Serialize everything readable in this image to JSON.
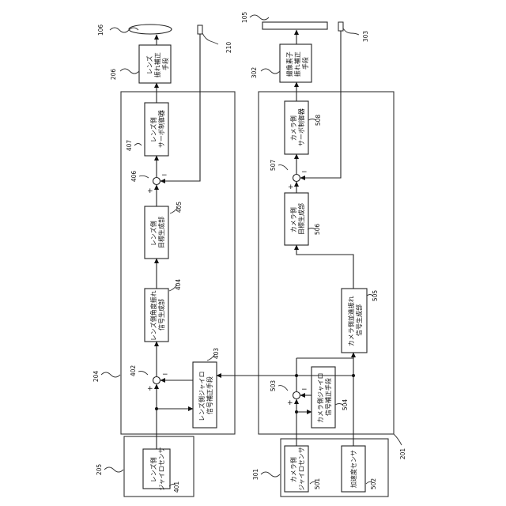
{
  "blocks": {
    "lens_gyro_sensor": [
      "レンズ側",
      "ジャイロセンサ"
    ],
    "lens_gyro_correction": [
      "レンズ側ジャイロ",
      "信号補正手段"
    ],
    "lens_angular_velocity_gen": [
      "レンズ側角度振れ",
      "信号生成部"
    ],
    "lens_target_gen": [
      "レンズ側",
      "目標生成部"
    ],
    "lens_servo": [
      "レンズ側",
      "サーボ制御器"
    ],
    "lens_shake_correction": [
      "レンズ",
      "振れ補正",
      "手段"
    ],
    "camera_gyro_sensor": [
      "カメラ側",
      "ジャイロセンサ"
    ],
    "accel_sensor": [
      "加速度センサ"
    ],
    "camera_gyro_correction": [
      "カメラ側ジャイロ",
      "信号補正手段"
    ],
    "camera_accel_shake_gen": [
      "カメラ側並進振れ",
      "信号生成部"
    ],
    "camera_target_gen": [
      "カメラ側",
      "目標生成部"
    ],
    "camera_servo": [
      "カメラ側",
      "サーボ制御器"
    ],
    "sensor_shake_correction": [
      "撮像素子",
      "振れ補正",
      "手段"
    ]
  },
  "refs": {
    "r106": "106",
    "r210": "210",
    "r206": "206",
    "r407": "407",
    "r406": "406",
    "r405": "405",
    "r404": "404",
    "r403": "403",
    "r402": "402",
    "r204": "204",
    "r205": "205",
    "r401": "401",
    "r105": "105",
    "r303": "303",
    "r302": "302",
    "r508": "508",
    "r507": "507",
    "r506": "506",
    "r505": "505",
    "r504": "504",
    "r503": "503",
    "r201": "201",
    "r301": "301",
    "r501": "501",
    "r502": "502"
  },
  "signs": {
    "plus": "+",
    "minus": "−"
  }
}
